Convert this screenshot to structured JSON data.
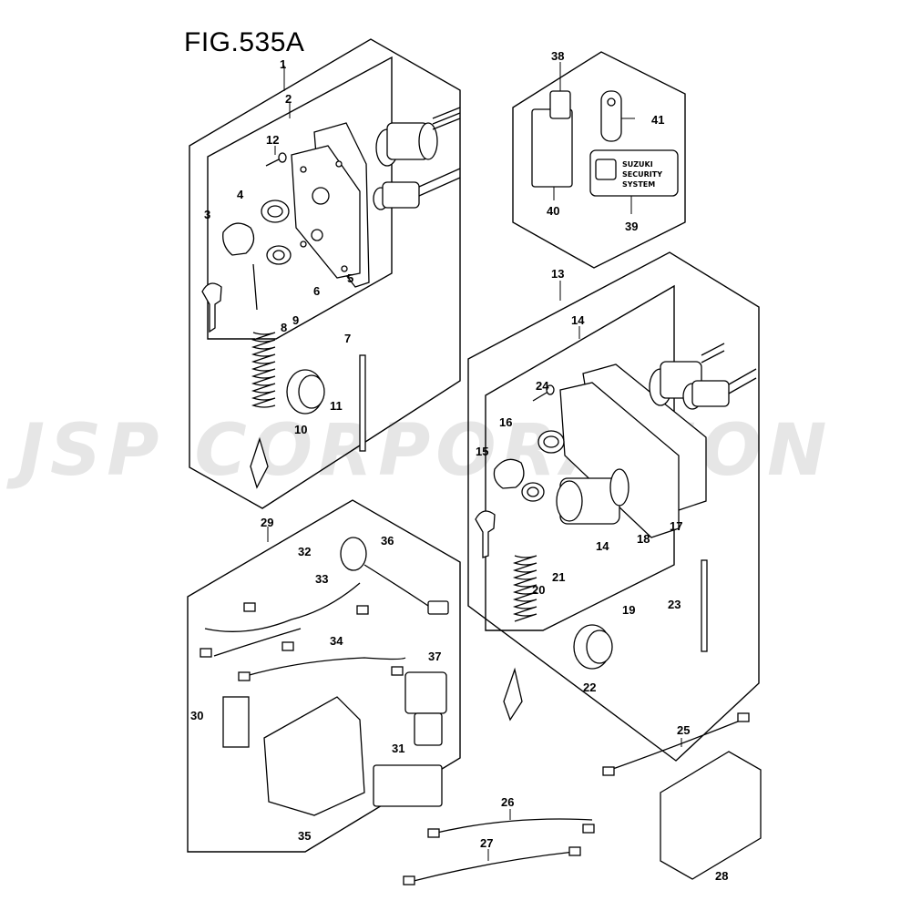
{
  "title": "FIG.535A",
  "watermark": "JSP CORPORATION",
  "security_label": [
    "SUZUKI",
    "SECURITY",
    "SYSTEM"
  ],
  "callouts": [
    "1",
    "2",
    "3",
    "4",
    "5",
    "6",
    "7",
    "8",
    "9",
    "10",
    "11",
    "12",
    "13",
    "14",
    "15",
    "16",
    "17",
    "18",
    "19",
    "20",
    "21",
    "22",
    "23",
    "24",
    "25",
    "26",
    "27",
    "28",
    "29",
    "30",
    "31",
    "32",
    "33",
    "34",
    "35",
    "36",
    "37",
    "38",
    "39",
    "40",
    "41",
    "14"
  ]
}
